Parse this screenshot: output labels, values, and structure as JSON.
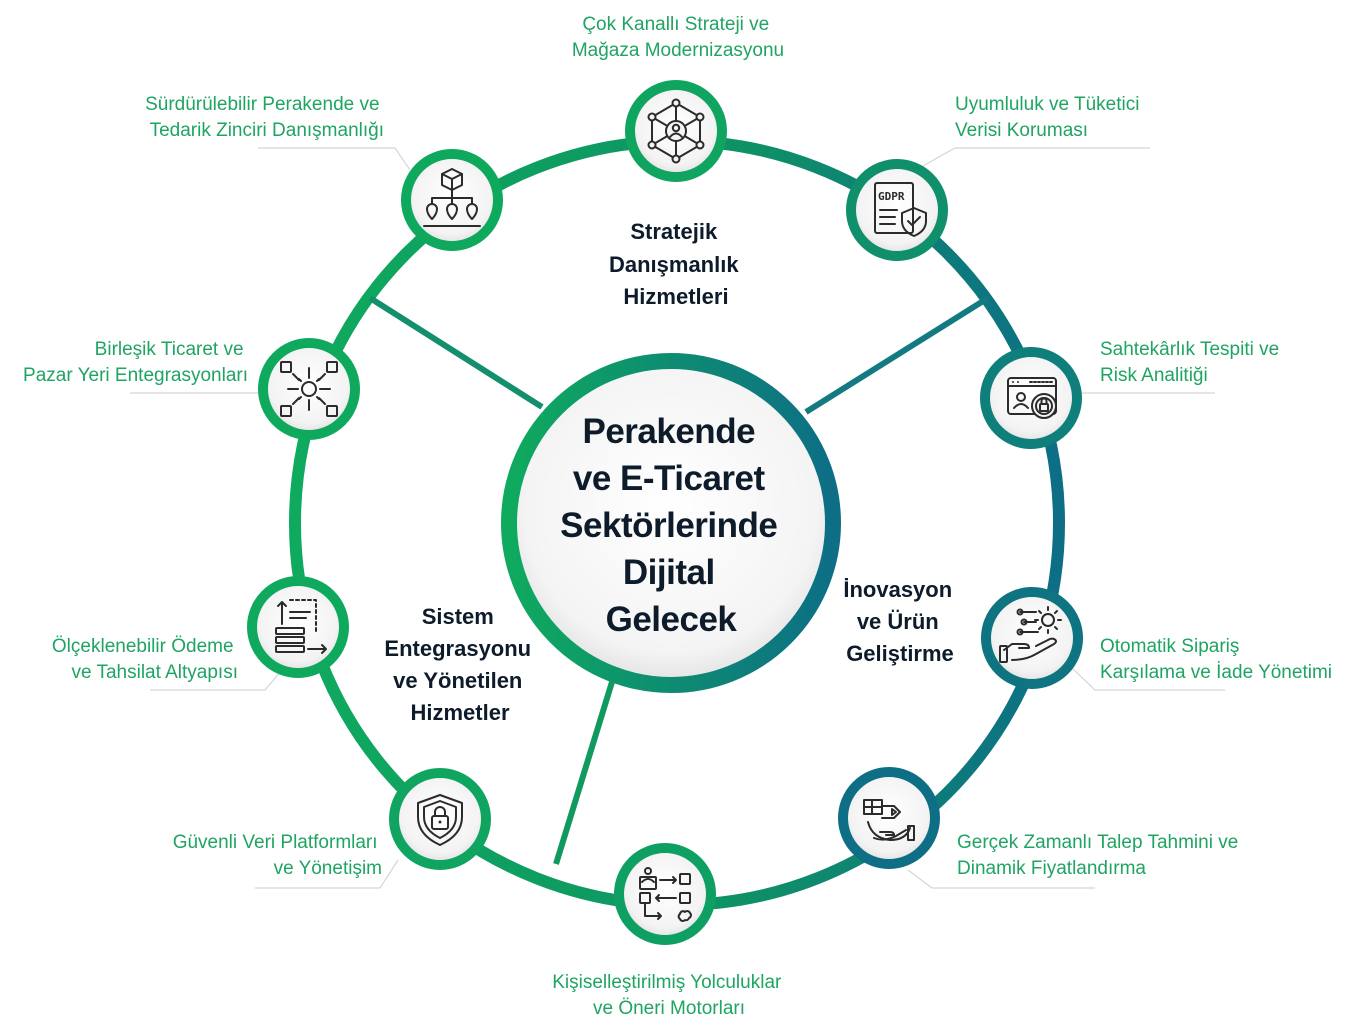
{
  "colors": {
    "green": "#0faa5e",
    "teal": "#0d6e86",
    "label_green": "#1fa462",
    "dark_text": "#0d1b2a"
  },
  "center": {
    "lines": [
      "Perakende",
      "ve E-Ticaret",
      "Sektörlerinde",
      "Dijital",
      "Gelecek"
    ]
  },
  "sections": [
    {
      "lines": [
        "Stratejik",
        "Danışmanlık",
        "Hizmetleri"
      ]
    },
    {
      "lines": [
        "İnovasyon",
        "ve Ürün",
        "Geliştirme"
      ]
    },
    {
      "lines": [
        "Sistem",
        "Entegrasyonu",
        "ve Yönetilen",
        "Hizmetler"
      ]
    }
  ],
  "nodes": [
    {
      "icon": "network-user-icon",
      "lines": [
        "Çok Kanallı Strateji ve",
        "Mağaza Modernizasyonu"
      ]
    },
    {
      "icon": "gdpr-document-icon",
      "lines": [
        "Uyumluluk ve Tüketici",
        "Verisi Koruması"
      ]
    },
    {
      "icon": "fraud-detection-icon",
      "lines": [
        "Sahtekârlık Tespiti ve",
        "Risk Analitiği"
      ]
    },
    {
      "icon": "hand-gear-icon",
      "lines": [
        "Otomatik Sipariş",
        "Karşılama ve İade Yönetimi"
      ]
    },
    {
      "icon": "demand-pricing-icon",
      "lines": [
        "Gerçek Zamanlı Talep Tahmini ve",
        "Dinamik Fiyatlandırma"
      ]
    },
    {
      "icon": "journey-flow-icon",
      "lines": [
        "Kişiselleştirilmiş Yolculuklar",
        "ve Öneri Motorları"
      ]
    },
    {
      "icon": "security-shield-icon",
      "lines": [
        "Güvenli Veri Platformları",
        "ve Yönetişim"
      ]
    },
    {
      "icon": "payment-infrastructure-icon",
      "lines": [
        "Ölçeklenebilir Ödeme",
        "ve Tahsilat Altyapısı"
      ]
    },
    {
      "icon": "integration-gear-icon",
      "lines": [
        "Birleşik Ticaret ve",
        "Pazar Yeri Entegrasyonları"
      ]
    },
    {
      "icon": "supply-chain-icon",
      "lines": [
        "Sürdürülebilir Perakende ve",
        "Tedarik Zinciri Danışmanlığı"
      ]
    }
  ]
}
